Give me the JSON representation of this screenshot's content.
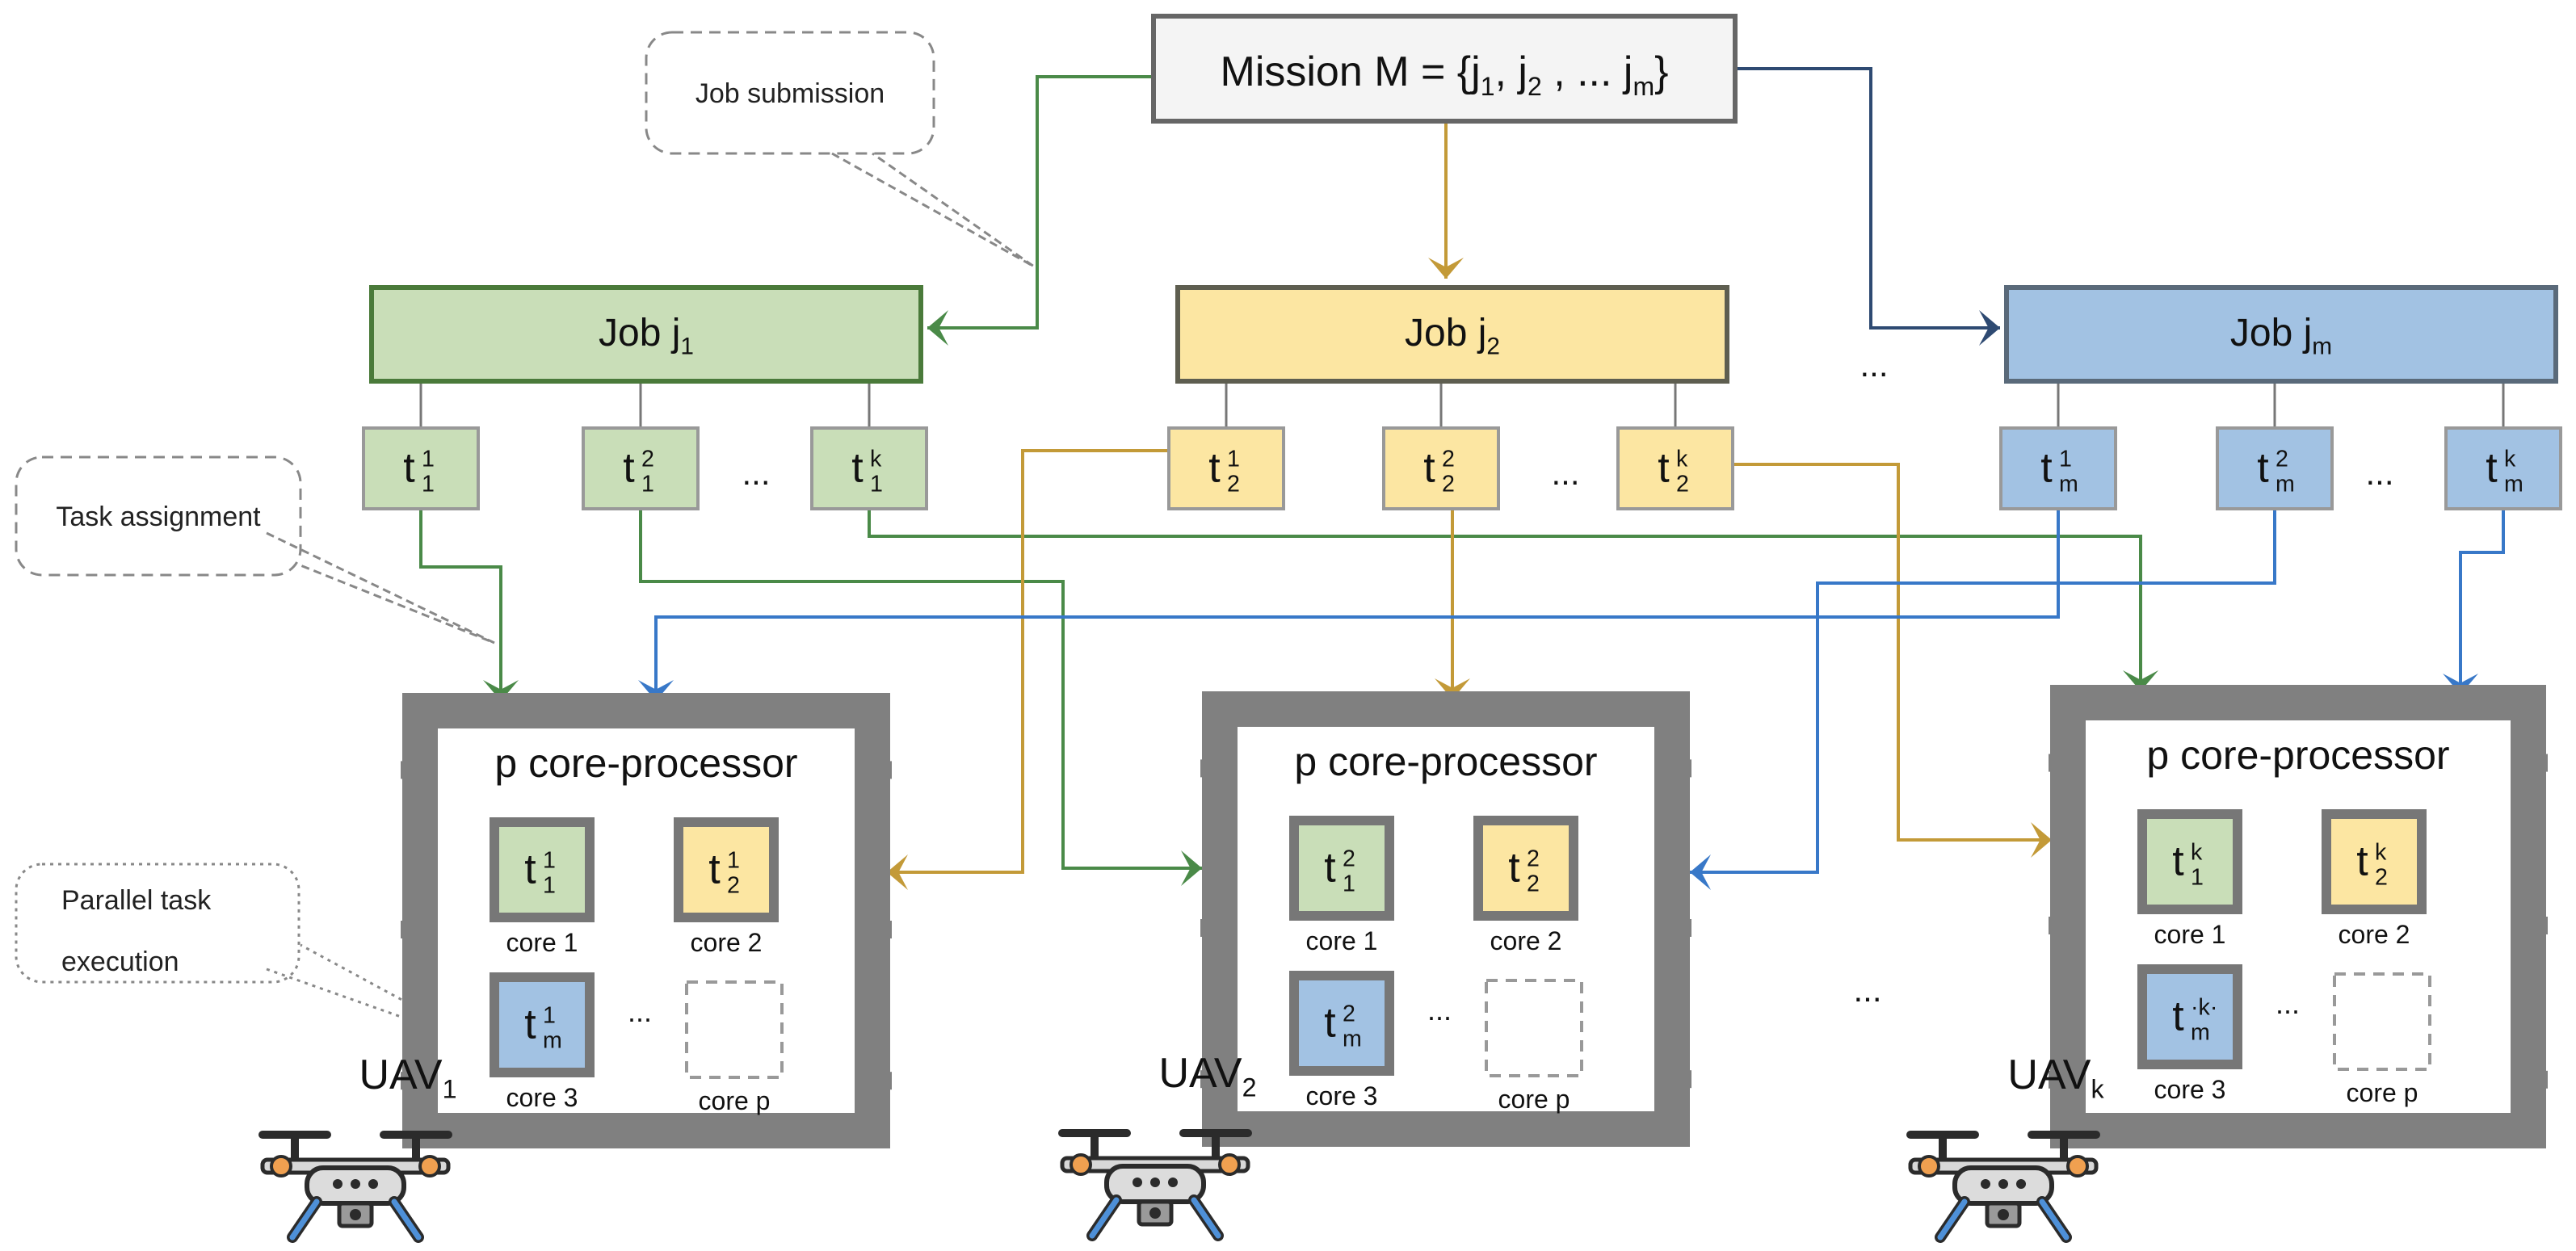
{
  "mission": {
    "label": "Mission M = {j",
    "subs": [
      "1",
      "2",
      "m"
    ],
    "joiner": ", ",
    "dots": "... ",
    "close": "}"
  },
  "jobs": [
    {
      "prefix": "Job j",
      "sub": "1",
      "fill": "#c9deb8",
      "stroke": "#4a7a3a"
    },
    {
      "prefix": "Job j",
      "sub": "2",
      "fill": "#fce6a2",
      "stroke": "#5e5e50"
    },
    {
      "prefix": "Job j",
      "sub": "m",
      "fill": "#a2c2e3",
      "stroke": "#5a6a7a"
    }
  ],
  "tasks": [
    {
      "sub": "1",
      "sups": [
        "1",
        "2",
        "k"
      ]
    },
    {
      "sub": "2",
      "sups": [
        "1",
        "2",
        "k"
      ]
    },
    {
      "sub": "m",
      "sups": [
        "1",
        "2",
        "k"
      ]
    }
  ],
  "ellipsis": "...",
  "callouts": {
    "job_submission": "Job submission",
    "task_assignment": "Task assignment",
    "parallel_line1": "Parallel task",
    "parallel_line2": "execution"
  },
  "processor_title": "p core-processor",
  "core_labels": [
    "core 1",
    "core 2",
    "core 3",
    "core p"
  ],
  "uavs": [
    {
      "prefix": "UAV",
      "sub": "1",
      "cores": [
        {
          "sub": "1",
          "sup": "1"
        },
        {
          "sub": "2",
          "sup": "1"
        },
        {
          "sub": "m",
          "sup": "1"
        }
      ]
    },
    {
      "prefix": "UAV",
      "sub": "2",
      "cores": [
        {
          "sub": "1",
          "sup": "2"
        },
        {
          "sub": "2",
          "sup": "2"
        },
        {
          "sub": "m",
          "sup": "2"
        }
      ]
    },
    {
      "prefix": "UAV",
      "sub": "k",
      "cores": [
        {
          "sub": "1",
          "sup": "k"
        },
        {
          "sub": "2",
          "sup": "k"
        },
        {
          "sub": "m",
          "sup": "·k·"
        }
      ]
    }
  ],
  "colors": {
    "green": "#4a8a48",
    "gold": "#c39a38",
    "blue": "#3878c8",
    "navy": "#2e4a72",
    "task_green": "#c9deb8",
    "task_yellow": "#fce6a2",
    "task_blue": "#a2c2e3",
    "processor": "#808080",
    "mission_fill": "#f4f4f4"
  },
  "icons": [
    "uav-drone-icon"
  ]
}
